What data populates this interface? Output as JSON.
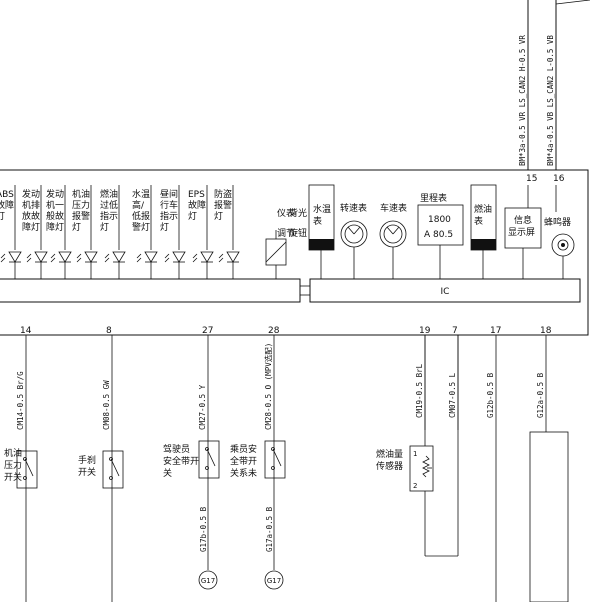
{
  "top_wires": [
    {
      "label": "BM*3a-0.5 VR LS_CAN2 H-0.5 VR",
      "pin": "15"
    },
    {
      "label": "BM*4a-0.5 VB LS_CAN2 L-0.5 VB",
      "pin": "16"
    }
  ],
  "lamps": [
    {
      "lines": [
        "ABS",
        "故障",
        "灯"
      ]
    },
    {
      "lines": [
        "发动",
        "机排",
        "放故",
        "障灯"
      ]
    },
    {
      "lines": [
        "发动",
        "机一",
        "般故",
        "障灯"
      ]
    },
    {
      "lines": [
        "机油",
        "压力",
        "报警",
        "灯"
      ]
    },
    {
      "lines": [
        "燃油",
        "过低",
        "指示",
        "灯"
      ]
    },
    {
      "lines": [
        "水温",
        "高/",
        "低报",
        "警灯"
      ]
    },
    {
      "lines": [
        "昼间",
        "行车",
        "指示",
        "灯"
      ]
    },
    {
      "lines": [
        "EPS",
        "故障",
        "灯"
      ]
    },
    {
      "lines": [
        "防盗",
        "报警",
        "灯"
      ]
    }
  ],
  "dimmer": {
    "lines": [
      "仪表",
      "背光",
      "调节",
      "旋钮"
    ]
  },
  "water_temp_gauge": {
    "lines": [
      "水温",
      "表"
    ]
  },
  "tachometer": {
    "label": "转速表"
  },
  "speedometer": {
    "label": "车速表"
  },
  "odometer": {
    "label": "里程表",
    "value1": "1800",
    "value2": "A 80.5"
  },
  "fuel_gauge": {
    "lines": [
      "燃油",
      "表"
    ]
  },
  "info_display": {
    "lines": [
      "信息",
      "显示屏"
    ]
  },
  "buzzer": {
    "label": "蜂鸣器"
  },
  "ic_label": "IC",
  "bottom_pins": [
    "14",
    "8",
    "27",
    "28",
    "19",
    "7",
    "17",
    "18"
  ],
  "bottom_wires": [
    "CM14-0.5 Br/G",
    "CM08-0.5 GW",
    "CM27-0.5 Y",
    "CM28-0.5 O (MPV选配)",
    "CM19-0.5 BrL",
    "CM07-0.5 L",
    "G12b-0.5 B",
    "G12a-0.5 B"
  ],
  "switches": [
    {
      "lines": [
        "机油",
        "压力",
        "开关"
      ]
    },
    {
      "lines": [
        "手刹",
        "开关"
      ]
    },
    {
      "lines": [
        "驾驶员",
        "安全带开",
        "关"
      ]
    },
    {
      "lines": [
        "乘员安",
        "全带开",
        "关系未"
      ]
    }
  ],
  "fuel_sender": {
    "lines": [
      "燃油量",
      "传感器"
    ],
    "pin1": "1",
    "pin2": "2"
  },
  "ground_wires": [
    "G17b-0.5 B",
    "G17a-0.5 B"
  ],
  "ground_labels": [
    "G17",
    "G17"
  ]
}
